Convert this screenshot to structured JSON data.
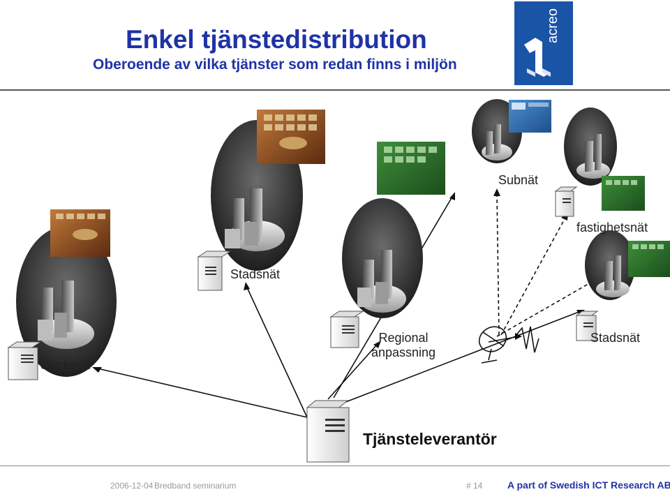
{
  "header": {
    "title": "Enkel tjänstedistribution",
    "subtitle": "Oberoende av vilka tjänster som redan finns i miljön",
    "logo_text": "acreo",
    "logo_color": "#1a54a6"
  },
  "diagram": {
    "labels": {
      "subnat": "Subnät",
      "fastighetsnat": "fastighetsnät",
      "stadsnat_top": "Stadsnät",
      "stadsnat_left": "Stadsnät",
      "regional_line1": "Regional",
      "regional_line2": "anpassning",
      "stadsnat_right": "Stadsnät",
      "provider": "Tjänsteleverantör"
    }
  },
  "footer": {
    "date": "2006-12-04",
    "event": "Bredband seminarium",
    "page": "# 14",
    "company": "A part of Swedish ICT Research AB"
  }
}
